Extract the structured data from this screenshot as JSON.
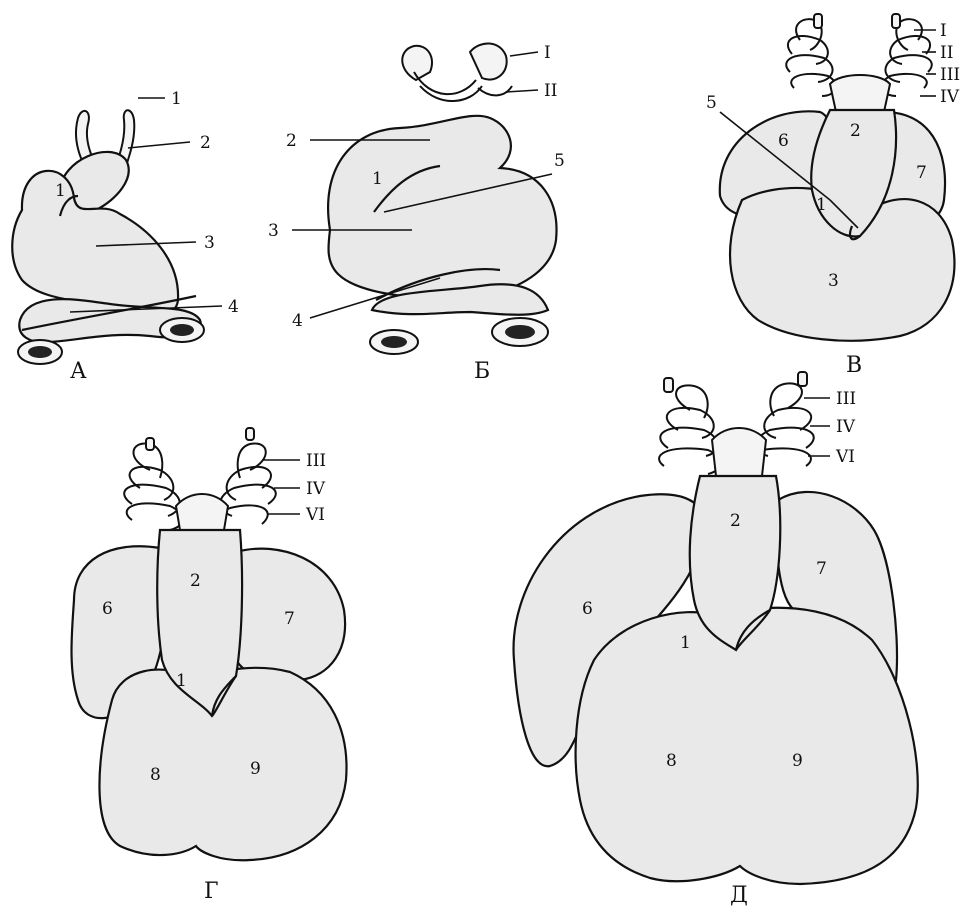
{
  "panels": [
    {
      "id": "A",
      "label": "А",
      "numbers": [
        "1",
        "2",
        "1",
        "3",
        "4"
      ]
    },
    {
      "id": "B",
      "label": "Б",
      "numbers": [
        "I",
        "II",
        "2",
        "1",
        "5",
        "3",
        "4"
      ]
    },
    {
      "id": "V",
      "label": "В",
      "numbers": [
        "I",
        "II",
        "III",
        "IV",
        "5",
        "6",
        "2",
        "7",
        "1",
        "3"
      ]
    },
    {
      "id": "G",
      "label": "Г",
      "numbers": [
        "III",
        "IV",
        "VI",
        "2",
        "6",
        "7",
        "1",
        "8",
        "9"
      ]
    },
    {
      "id": "D",
      "label": "Д",
      "numbers": [
        "III",
        "IV",
        "VI",
        "2",
        "6",
        "7",
        "1",
        "8",
        "9"
      ]
    }
  ]
}
